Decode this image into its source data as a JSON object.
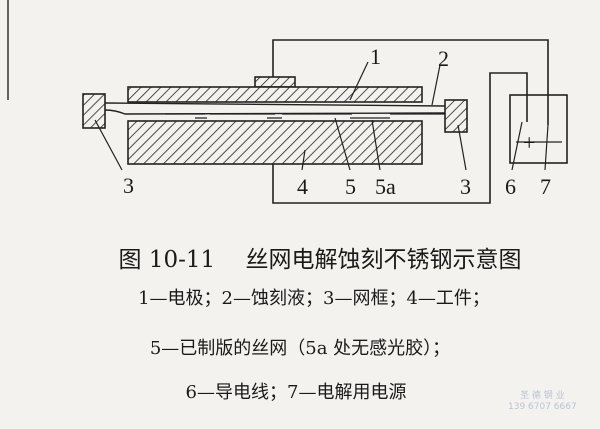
{
  "diagram": {
    "labels": {
      "l1": "1",
      "l2": "2",
      "l3a": "3",
      "l3b": "3",
      "l4": "4",
      "l5": "5",
      "l5a": "5a",
      "l6": "6",
      "l7": "7"
    },
    "plus_sign": "+"
  },
  "caption": {
    "title": "图 10-11　 丝网电解蚀刻不锈钢示意图",
    "line1": "1—电极；2—蚀刻液；3—网框；4—工件；",
    "line2": "5—已制版的丝网（5a 处无感光胶）；",
    "line3": "6—导电线；7—电解用电源"
  },
  "watermark": {
    "name": "圣 德 钢 业",
    "phone": "139 6707 6667"
  }
}
